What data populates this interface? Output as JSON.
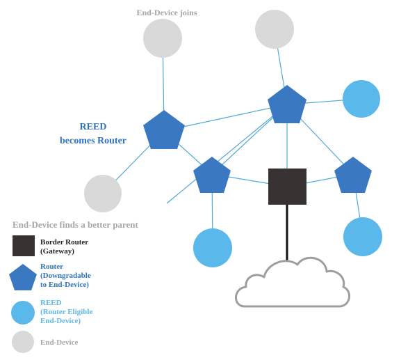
{
  "annotations": {
    "end_device_joins": "End-Device joins",
    "reed_becomes_router": [
      "REED",
      "becomes Router"
    ],
    "end_device_finds_parent": "End-Device finds a better parent"
  },
  "legend": {
    "border_router": [
      "Border Router",
      "(Gateway)"
    ],
    "router": [
      "Router",
      "(Downgradable",
      "to End-Device)"
    ],
    "reed": [
      "REED",
      "(Router Eligible",
      "End-Device)"
    ],
    "end_device": [
      "End-Device"
    ]
  },
  "colors": {
    "router": "#3a79c1",
    "reed": "#5bb8ea",
    "end_device": "#d9d9d9",
    "border_router": "#383332",
    "link": "#4fa9d6",
    "annotation_grey": "#a6a6a6",
    "annotation_blue": "#2f74c0"
  }
}
